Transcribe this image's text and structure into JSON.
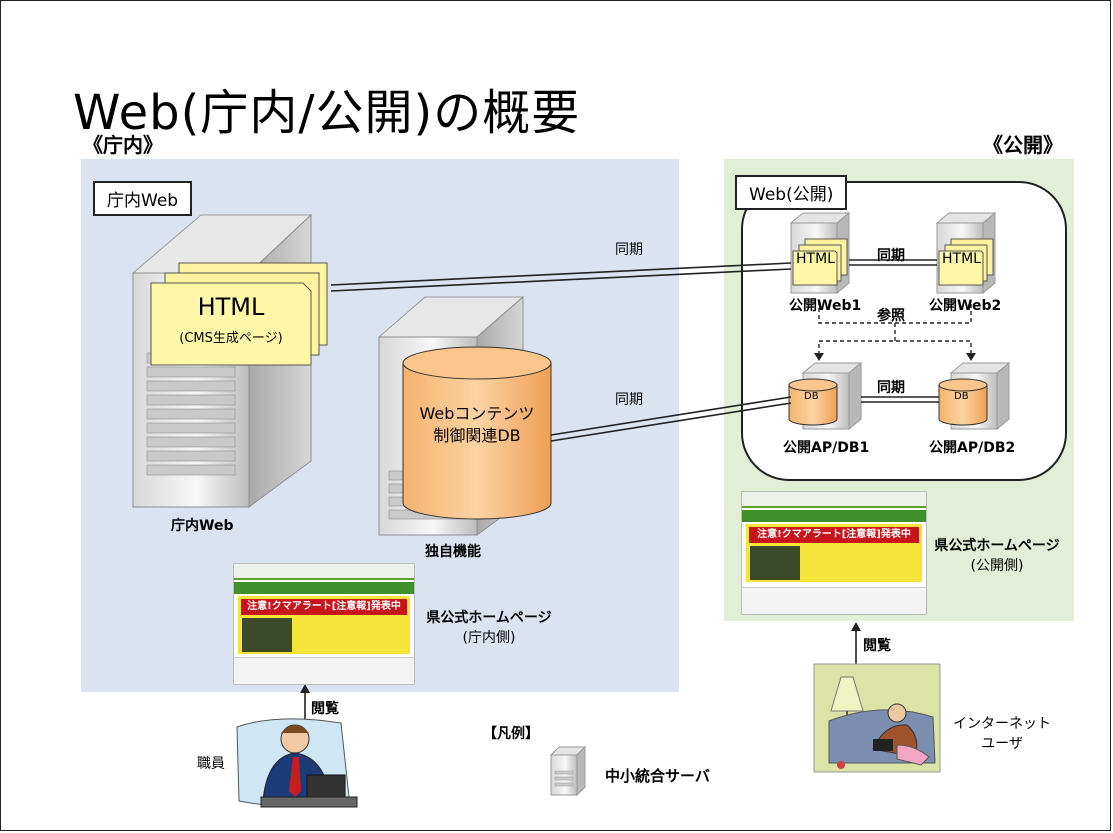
{
  "title": "Web(庁内/公開)の概要",
  "sections": {
    "internal": "《庁内》",
    "public": "《公開》"
  },
  "internal": {
    "box_label": "庁内Web",
    "html_heading": "HTML",
    "html_subtitle": "(CMS生成ページ)",
    "db_line1": "Webコンテンツ",
    "db_line2": "制御関連DB",
    "server_label": "庁内Web",
    "custom_label": "独自機能",
    "homepage_line1": "県公式ホームページ",
    "homepage_line2": "(庁内側)"
  },
  "public": {
    "box_label": "Web(公開)",
    "html_small": "HTML",
    "db_small": "DB",
    "web1": "公開Web1",
    "web2": "公開Web2",
    "apdb1": "公開AP/DB1",
    "apdb2": "公開AP/DB2",
    "homepage_line1": "県公式ホームページ",
    "homepage_line2": "(公開側)"
  },
  "labels": {
    "sync": "同期",
    "reference": "参照",
    "browse": "閲覧",
    "employee": "職員",
    "internet_user_line1": "インターネット",
    "internet_user_line2": "ユーザ"
  },
  "screenshot": {
    "banner": "注意!クマアラート[注意報]発表中"
  },
  "legend": {
    "title": "【凡例】",
    "item": "中小統合サーバ"
  }
}
